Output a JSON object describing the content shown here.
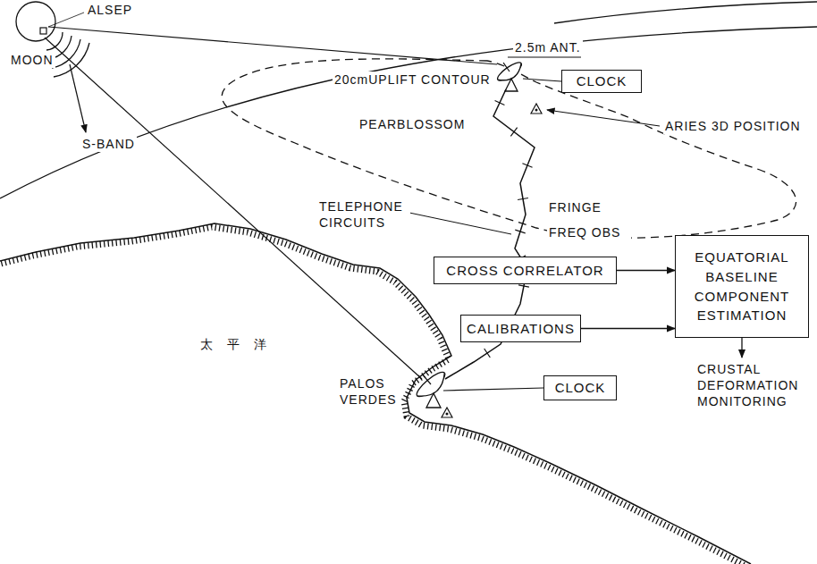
{
  "diagram": {
    "nodes": [
      {
        "text": [
          "CLOCK"
        ]
      },
      {
        "text": [
          "CROSS CORRELATOR"
        ]
      },
      {
        "text": [
          "CALIBRATIONS"
        ]
      },
      {
        "text": [
          "EQUATORIAL BASELINE COMPONENT ESTIMATION"
        ]
      },
      {
        "text": [
          "CLOCK"
        ]
      }
    ],
    "edges": [
      {
        "from": 1,
        "to": 3,
        "arrow": "to",
        "label": "FRINGE FREQ OBS"
      },
      {
        "from": 2,
        "to": 3,
        "arrow": "to"
      }
    ],
    "labels": [
      "MOON",
      "ALSEP",
      "S-BAND",
      "20cmUPLIFT CONTOUR",
      "2.5m ANT.",
      "PEARBLOSSOM",
      "ARIES 3D POSITION",
      "TELEPHONE CIRCUITS",
      "太平洋",
      "PALOS VERDES",
      "CRUSTAL DEFORMATION MONITORING"
    ]
  }
}
